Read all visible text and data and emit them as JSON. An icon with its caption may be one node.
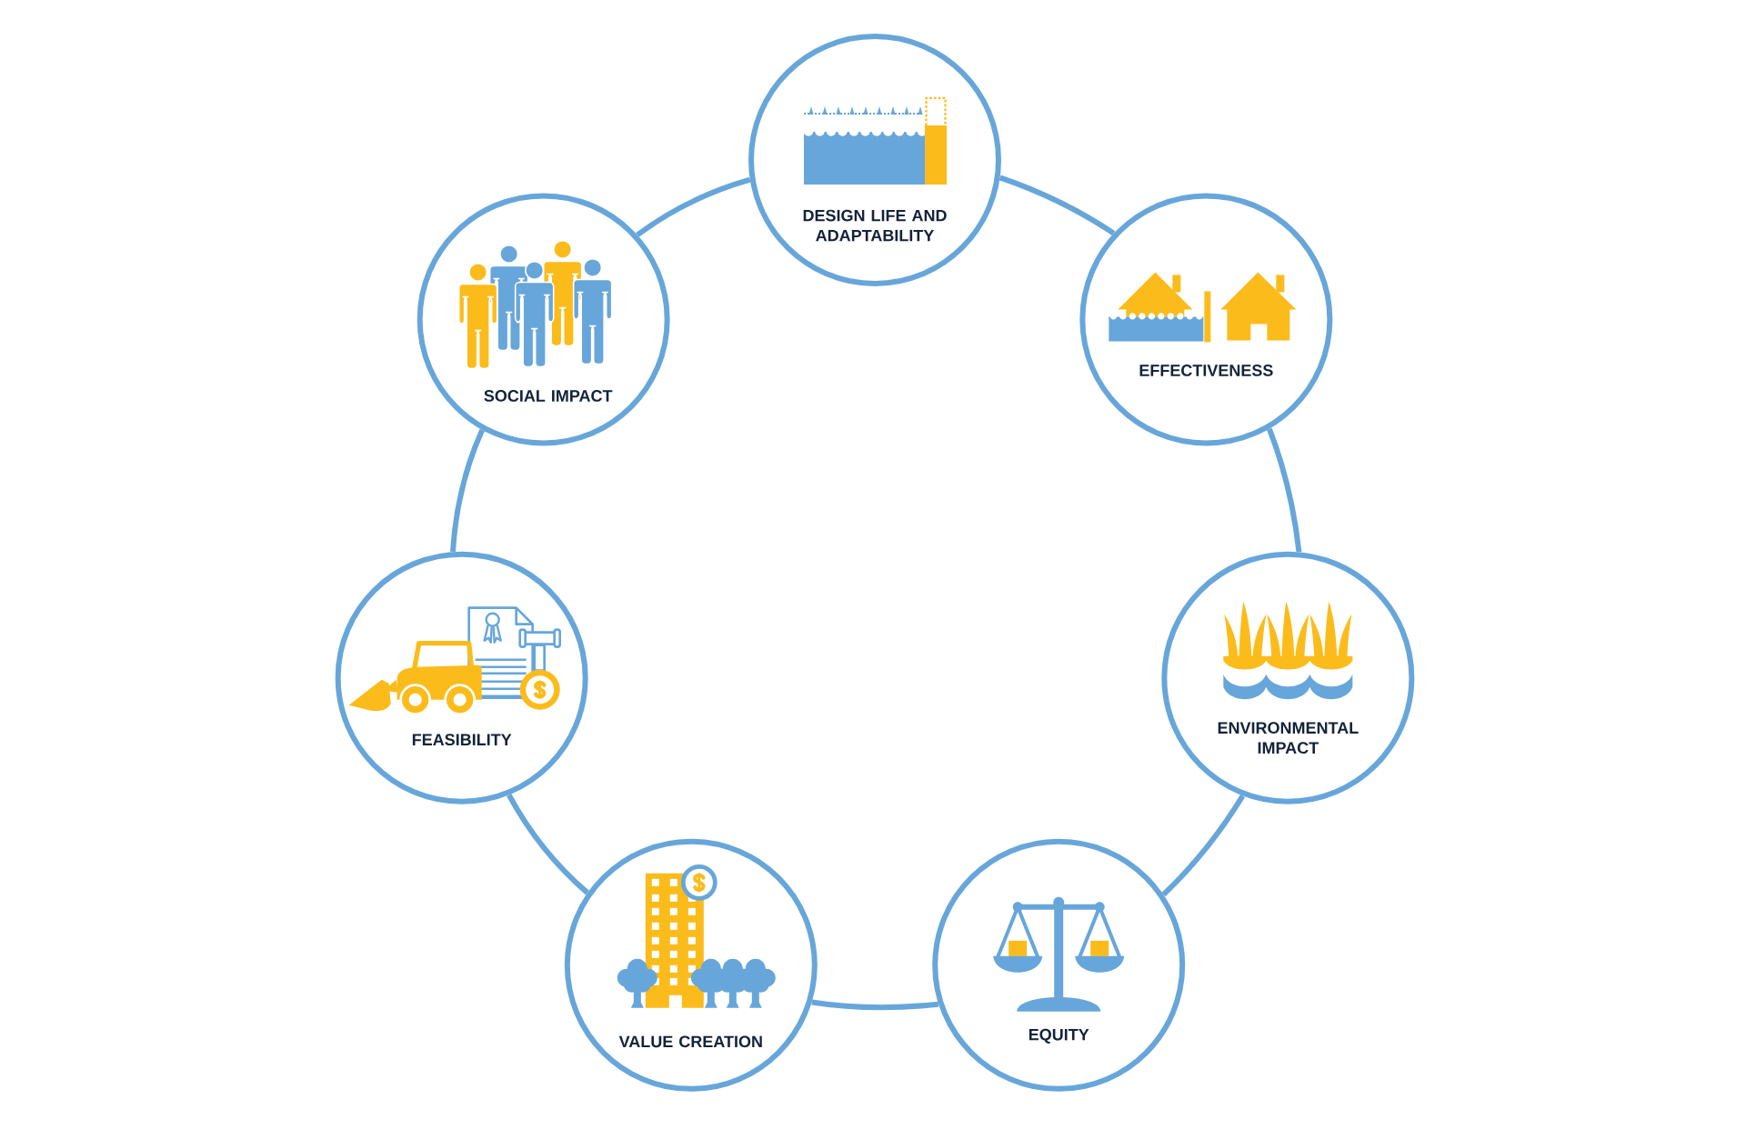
{
  "diagram": {
    "nodes": [
      {
        "text": [
          "DESIGN LIFE AND ADAPTABILITY"
        ]
      },
      {
        "text": [
          "EFFECTIVENESS"
        ]
      },
      {
        "text": [
          "ENVIRONMENTAL IMPACT"
        ]
      },
      {
        "text": [
          "EQUITY"
        ]
      },
      {
        "text": [
          "VALUE CREATION"
        ]
      },
      {
        "text": [
          "FEASIBILITY"
        ]
      },
      {
        "text": [
          "SOCIAL IMPACT"
        ]
      }
    ],
    "edges": [
      {
        "from": 0,
        "to": 1,
        "arrow": "none"
      },
      {
        "from": 1,
        "to": 2,
        "arrow": "none"
      },
      {
        "from": 2,
        "to": 3,
        "arrow": "none"
      },
      {
        "from": 3,
        "to": 4,
        "arrow": "none"
      },
      {
        "from": 4,
        "to": 5,
        "arrow": "none"
      },
      {
        "from": 5,
        "to": 6,
        "arrow": "none"
      },
      {
        "from": 6,
        "to": 0,
        "arrow": "none"
      }
    ]
  }
}
